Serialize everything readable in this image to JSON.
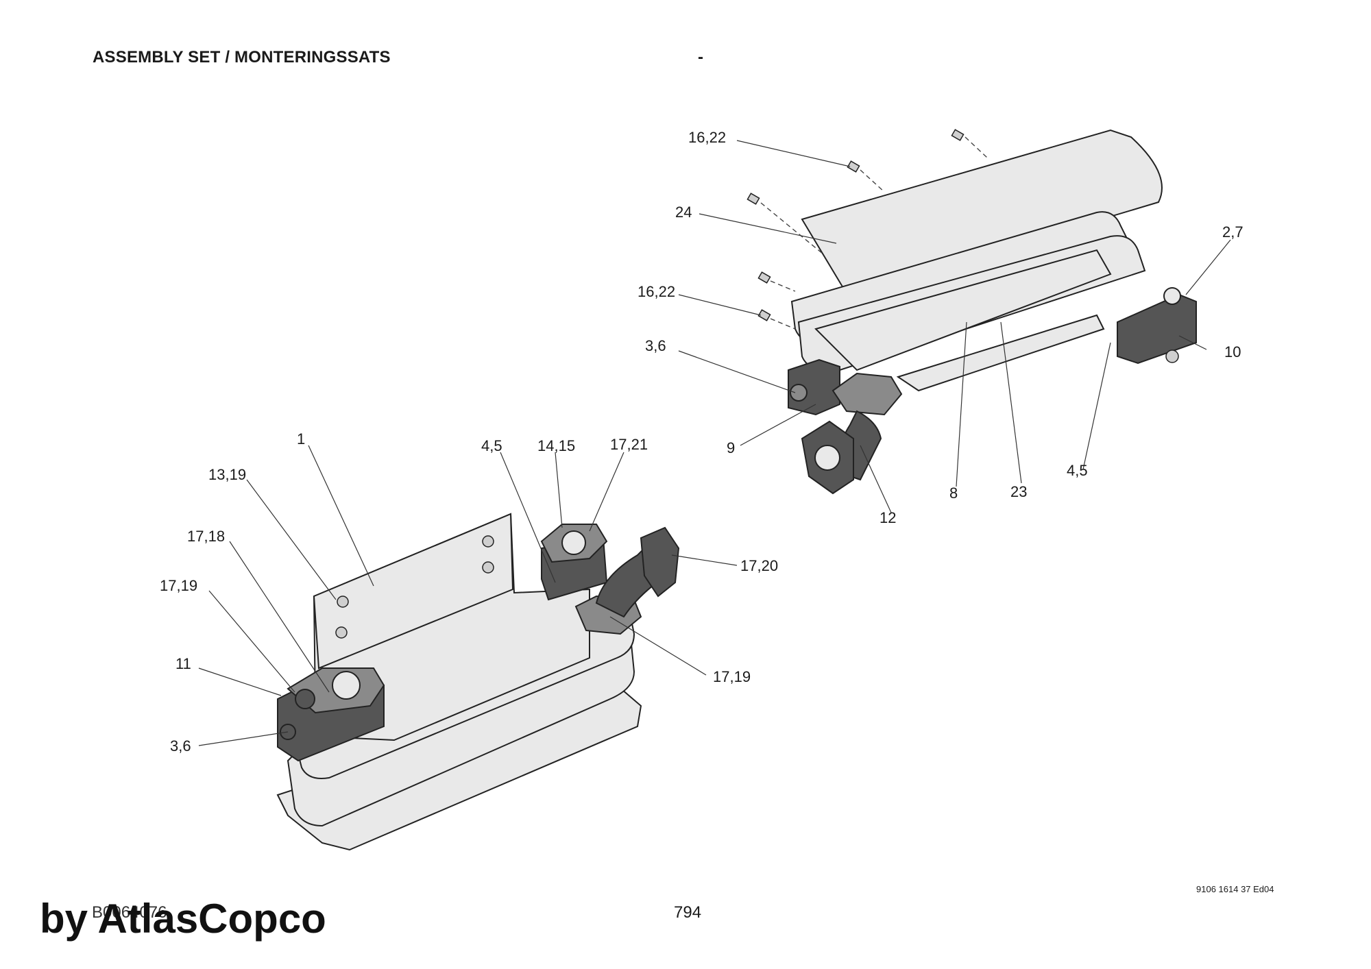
{
  "header": {
    "title": "ASSEMBLY SET / MONTERINGSSATS",
    "dash": "-"
  },
  "footer": {
    "doc_number": "9106 1614 37 Ed04",
    "image_code": "B0064076",
    "page_number": "794",
    "watermark": "by AtlasCopco"
  },
  "callouts": {
    "c1": "1",
    "c13_19": "13,19",
    "c17_18": "17,18",
    "c17_19a": "17,19",
    "c11": "11",
    "c3_6a": "3,6",
    "c4_5a": "4,5",
    "c14_15": "14,15",
    "c17_21": "17,21",
    "c17_20": "17,20",
    "c17_19b": "17,19",
    "c16_22a": "16,22",
    "c24": "24",
    "c16_22b": "16,22",
    "c3_6b": "3,6",
    "c9": "9",
    "c12": "12",
    "c8": "8",
    "c23": "23",
    "c4_5b": "4,5",
    "c10": "10",
    "c2_7": "2,7"
  }
}
